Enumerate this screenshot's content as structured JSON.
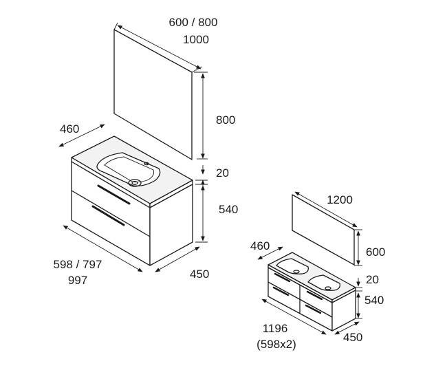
{
  "large_unit": {
    "mirror_width": "600 / 800",
    "mirror_width_alt": "1000",
    "mirror_height": "800",
    "top_thickness": "20",
    "cabinet_height": "540",
    "depth_top": "460",
    "depth_bottom": "450",
    "width_main": "598 / 797",
    "width_alt": "997"
  },
  "small_unit": {
    "mirror_width": "1200",
    "mirror_height": "600",
    "depth_top": "460",
    "top_thickness": "20",
    "cabinet_height": "540",
    "width_main": "1196",
    "width_sub": "(598x2)",
    "depth_bottom": "450"
  },
  "icons": [
    "mirror-icon",
    "basin-icon",
    "drawer-handle-icon"
  ]
}
